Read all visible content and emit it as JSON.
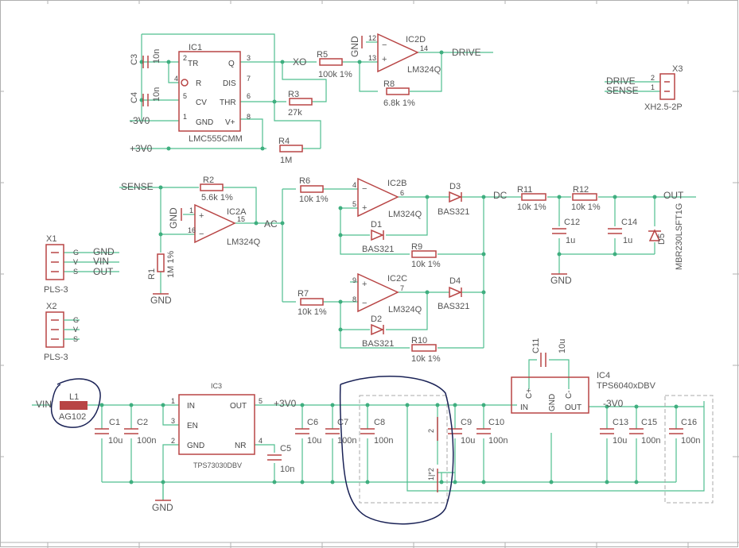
{
  "components": {
    "ic1": {
      "ref": "IC1",
      "value": "LMC555CMM",
      "pins": {
        "tr": "TR",
        "q": "Q",
        "r": "R",
        "dis": "DIS",
        "cv": "CV",
        "thr": "THR",
        "gnd": "GND",
        "vplus": "V+"
      },
      "pin_numbers": {
        "tr": "2",
        "q": "3",
        "r": "4",
        "dis": "7",
        "cv": "5",
        "thr": "6",
        "gnd": "1",
        "vplus": "8"
      }
    },
    "ic2d": {
      "ref": "IC2D",
      "value": "LM324Q",
      "pins": [
        "12",
        "13",
        "14"
      ]
    },
    "ic2a": {
      "ref": "IC2A",
      "value": "LM324Q",
      "pins": [
        "1",
        "16",
        "15"
      ]
    },
    "ic2b": {
      "ref": "IC2B",
      "value": "LM324Q",
      "pins": [
        "4",
        "5",
        "6"
      ]
    },
    "ic2c": {
      "ref": "IC2C",
      "value": "LM324Q",
      "pins": [
        "9",
        "8",
        "7"
      ]
    },
    "ic3": {
      "ref": "IC3",
      "value": "TPS73030DBV",
      "pins": {
        "in": "IN",
        "en": "EN",
        "gnd": "GND",
        "out": "OUT",
        "nr": "NR"
      },
      "pin_numbers": {
        "in": "1",
        "en": "3",
        "gnd": "2",
        "out": "5",
        "nr": "4"
      }
    },
    "ic4": {
      "ref": "IC4",
      "value": "TPS6040xDBV",
      "pins": {
        "cplus": "C+",
        "cminus": "C-",
        "in": "IN",
        "gnd": "GND",
        "out": "OUT"
      }
    },
    "c3": {
      "ref": "C3",
      "value": "10n"
    },
    "c4": {
      "ref": "C4",
      "value": "10n"
    },
    "c1": {
      "ref": "C1",
      "value": "10u"
    },
    "c2": {
      "ref": "C2",
      "value": "100n"
    },
    "c5": {
      "ref": "C5",
      "value": "10n"
    },
    "c6": {
      "ref": "C6",
      "value": "10u"
    },
    "c7": {
      "ref": "C7",
      "value": "100n"
    },
    "c8": {
      "ref": "C8",
      "value": "100n"
    },
    "c9": {
      "ref": "C9",
      "value": "10u"
    },
    "c10": {
      "ref": "C10",
      "value": "100n"
    },
    "c11": {
      "ref": "C11",
      "value": "10u"
    },
    "c12": {
      "ref": "C12",
      "value": "1u"
    },
    "c13": {
      "ref": "C13",
      "value": "10u"
    },
    "c14": {
      "ref": "C14",
      "value": "1u"
    },
    "c15": {
      "ref": "C15",
      "value": "100n"
    },
    "c16": {
      "ref": "C16",
      "value": "100n"
    },
    "r1": {
      "ref": "R1",
      "value": "1M 1%"
    },
    "r2": {
      "ref": "R2",
      "value": "5.6k 1%"
    },
    "r3": {
      "ref": "R3",
      "value": "27k"
    },
    "r4": {
      "ref": "R4",
      "value": "1M"
    },
    "r5": {
      "ref": "R5",
      "value": "100k 1%"
    },
    "r6": {
      "ref": "R6",
      "value": "10k 1%"
    },
    "r7": {
      "ref": "R7",
      "value": "10k 1%"
    },
    "r8": {
      "ref": "R8",
      "value": "6.8k 1%"
    },
    "r9": {
      "ref": "R9",
      "value": "10k 1%"
    },
    "r10": {
      "ref": "R10",
      "value": "10k 1%"
    },
    "r11": {
      "ref": "R11",
      "value": "10k 1%"
    },
    "r12": {
      "ref": "R12",
      "value": "10k 1%"
    },
    "d1": {
      "ref": "D1",
      "value": "BAS321"
    },
    "d2": {
      "ref": "D2",
      "value": "BAS321"
    },
    "d3": {
      "ref": "D3",
      "value": "BAS321"
    },
    "d4": {
      "ref": "D4",
      "value": "BAS321"
    },
    "d5": {
      "ref": "D5",
      "value": "MBR230LSFT1G"
    },
    "l1": {
      "ref": "L1",
      "value": "AG102"
    },
    "x1": {
      "ref": "X1",
      "value": "PLS-3",
      "pins": [
        "G",
        "V",
        "S"
      ]
    },
    "x2": {
      "ref": "X2",
      "value": "PLS-3",
      "pins": [
        "G",
        "V",
        "S"
      ]
    },
    "x3": {
      "ref": "X3",
      "value": "XH2.5-2P",
      "pins": [
        "2",
        "1"
      ]
    }
  },
  "nets": {
    "drive": "DRIVE",
    "sense": "SENSE",
    "gnd": "GND",
    "vin": "VIN",
    "out": "OUT",
    "xo": "XO",
    "ac": "AC",
    "dc": "DC",
    "p3v0": "+3V0",
    "m3v0": "-3V0",
    "v3v0": "-3V0"
  },
  "dashed_pins": {
    "p2": "2",
    "p1": "1|*2"
  },
  "colors": {
    "wire": "#4fbf8f",
    "symbol": "#b84545",
    "text": "#555555",
    "annotation": "#1a2256",
    "frame": "#b0b0b0"
  }
}
